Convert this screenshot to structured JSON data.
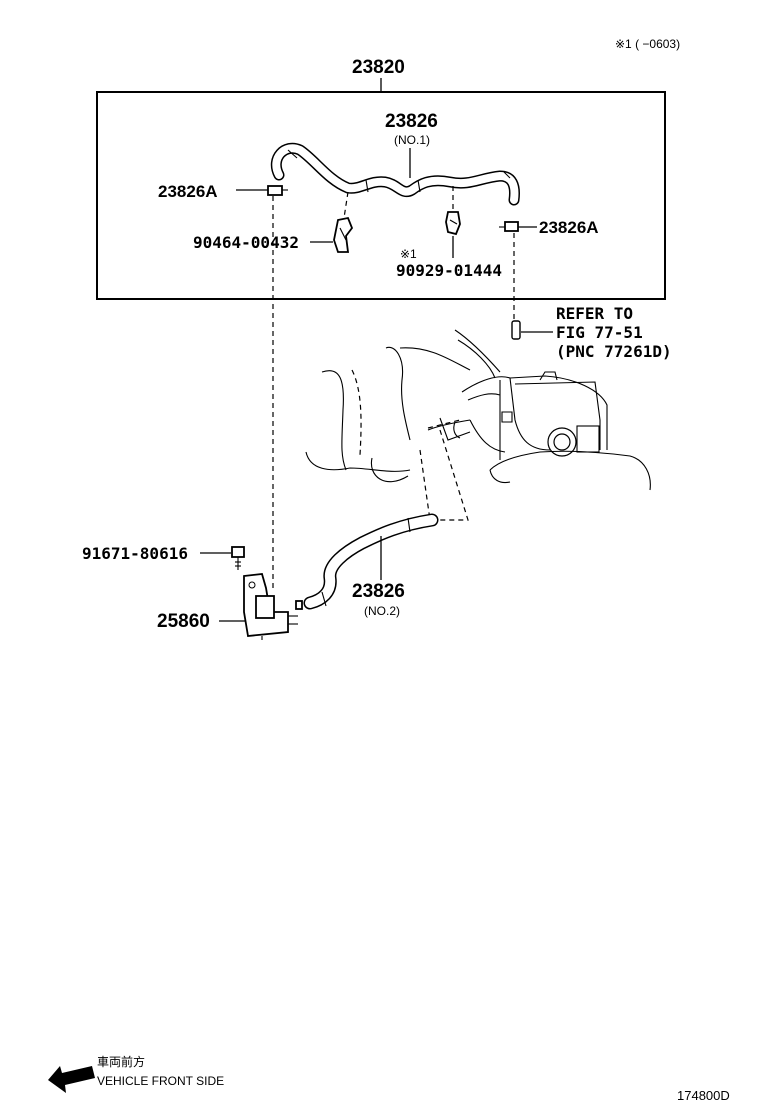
{
  "header": {
    "note": "※1 (        −0603)"
  },
  "assembly": {
    "number": "23820"
  },
  "parts": {
    "hose_no1": {
      "number": "23826",
      "sub": "(NO.1)"
    },
    "clamp_left": {
      "number": "23826A"
    },
    "clamp_right": {
      "number": "23826A"
    },
    "clip_left": {
      "number": "90464-00432"
    },
    "clip_right_mark": "※1",
    "clip_right": {
      "number": "90929-01444"
    },
    "bolt": {
      "number": "91671-80616"
    },
    "valve": {
      "number": "25860"
    },
    "hose_no2": {
      "number": "23826",
      "sub": "(NO.2)"
    }
  },
  "refer": {
    "line1": "REFER TO",
    "line2": "FIG 77-51",
    "line3": "(PNC 77261D)"
  },
  "footer": {
    "jp_label": "車両前方",
    "en_label": "VEHICLE FRONT SIDE",
    "figure_id": "174800D"
  }
}
